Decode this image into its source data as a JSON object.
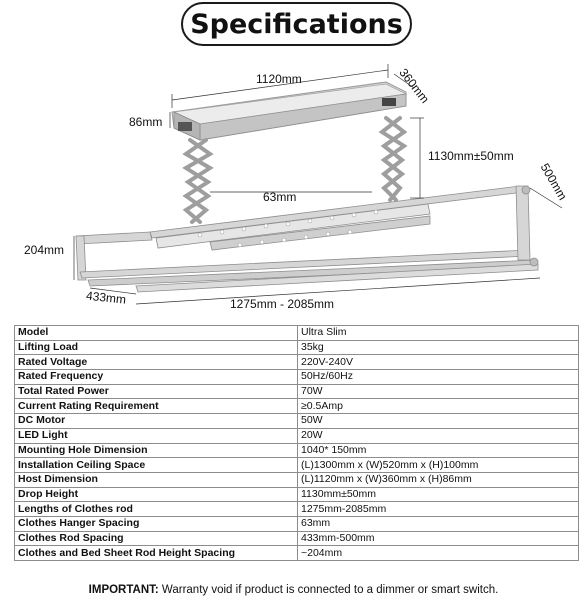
{
  "title": "Specifications",
  "dimensions": {
    "length": "1120mm",
    "depth": "360mm",
    "height": "86mm",
    "drop": "1130mm±50mm",
    "rod_spacing_max": "500mm",
    "hanger_spacing": "63mm",
    "rod_height_spacing": "204mm",
    "rod_spacing_min": "433mm",
    "rod_length": "1275mm - 2085mm"
  },
  "specs": [
    {
      "label": "Model",
      "value": "Ultra Slim"
    },
    {
      "label": "Lifting Load",
      "value": "35kg"
    },
    {
      "label": "Rated Voltage",
      "value": "220V-240V"
    },
    {
      "label": "Rated Frequency",
      "value": "50Hz/60Hz"
    },
    {
      "label": "Total Rated Power",
      "value": "70W"
    },
    {
      "label": "Current Rating Requirement",
      "value": "≥0.5Amp"
    },
    {
      "label": "DC Motor",
      "value": "50W"
    },
    {
      "label": "LED Light",
      "value": "20W"
    },
    {
      "label": "Mounting Hole Dimension",
      "value": "1040* 150mm"
    },
    {
      "label": "Installation Ceiling Space",
      "value": "(L)1300mm x (W)520mm x (H)100mm"
    },
    {
      "label": "Host Dimension",
      "value": "(L)1120mm x (W)360mm x (H)86mm"
    },
    {
      "label": "Drop Height",
      "value": "1130mm±50mm"
    },
    {
      "label": "Lengths of Clothes rod",
      "value": "1275mm-2085mm"
    },
    {
      "label": "Clothes Hanger Spacing",
      "value": "63mm"
    },
    {
      "label": "Clothes Rod Spacing",
      "value": "433mm-500mm"
    },
    {
      "label": "Clothes and Bed Sheet Rod Height Spacing",
      "value": "~204mm"
    }
  ],
  "footer": {
    "prefix": "IMPORTANT:",
    "text": " Warranty void if product is connected to a dimmer or smart switch."
  }
}
